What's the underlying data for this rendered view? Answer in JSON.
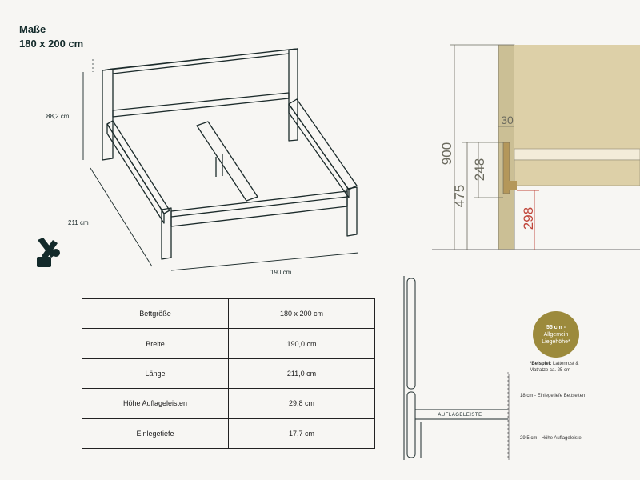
{
  "header": {
    "title": "Maße",
    "size": "180 x 200 cm"
  },
  "bed_dims": {
    "height": "88,2 cm",
    "length": "211 cm",
    "width": "190 cm"
  },
  "icons": [
    "tools-icon"
  ],
  "table": {
    "rows": [
      {
        "label": "Bettgröße",
        "value": "180 x 200 cm"
      },
      {
        "label": "Breite",
        "value": "190,0 cm"
      },
      {
        "label": "Länge",
        "value": "211,0 cm"
      },
      {
        "label": "Höhe Auflageleisten",
        "value": "29,8 cm"
      },
      {
        "label": "Einlegetiefe",
        "value": "17,7 cm"
      }
    ]
  },
  "section_drawing": {
    "d900": "900",
    "d475": "475",
    "d248": "248",
    "d30": "30",
    "d298": "298"
  },
  "side_drawing": {
    "badge_line1": "55 cm -",
    "badge_line2": "Allgemein",
    "badge_line3": "Liegehöhe*",
    "note_bold": "*Beispiel:",
    "note_text": " Lattenrost & Matratze ca. 25 cm",
    "depth_label": "18 cm - Einlegetiefe Bettseiten",
    "height_label": "29,5 cm - Höhe Auflageleiste",
    "rail_label": "AUFLAGELEISTE"
  },
  "colors": {
    "wood": "#cbbf95",
    "accent_red": "#c0453a",
    "badge": "#9c8a3c",
    "line": "#1c2b2b"
  }
}
